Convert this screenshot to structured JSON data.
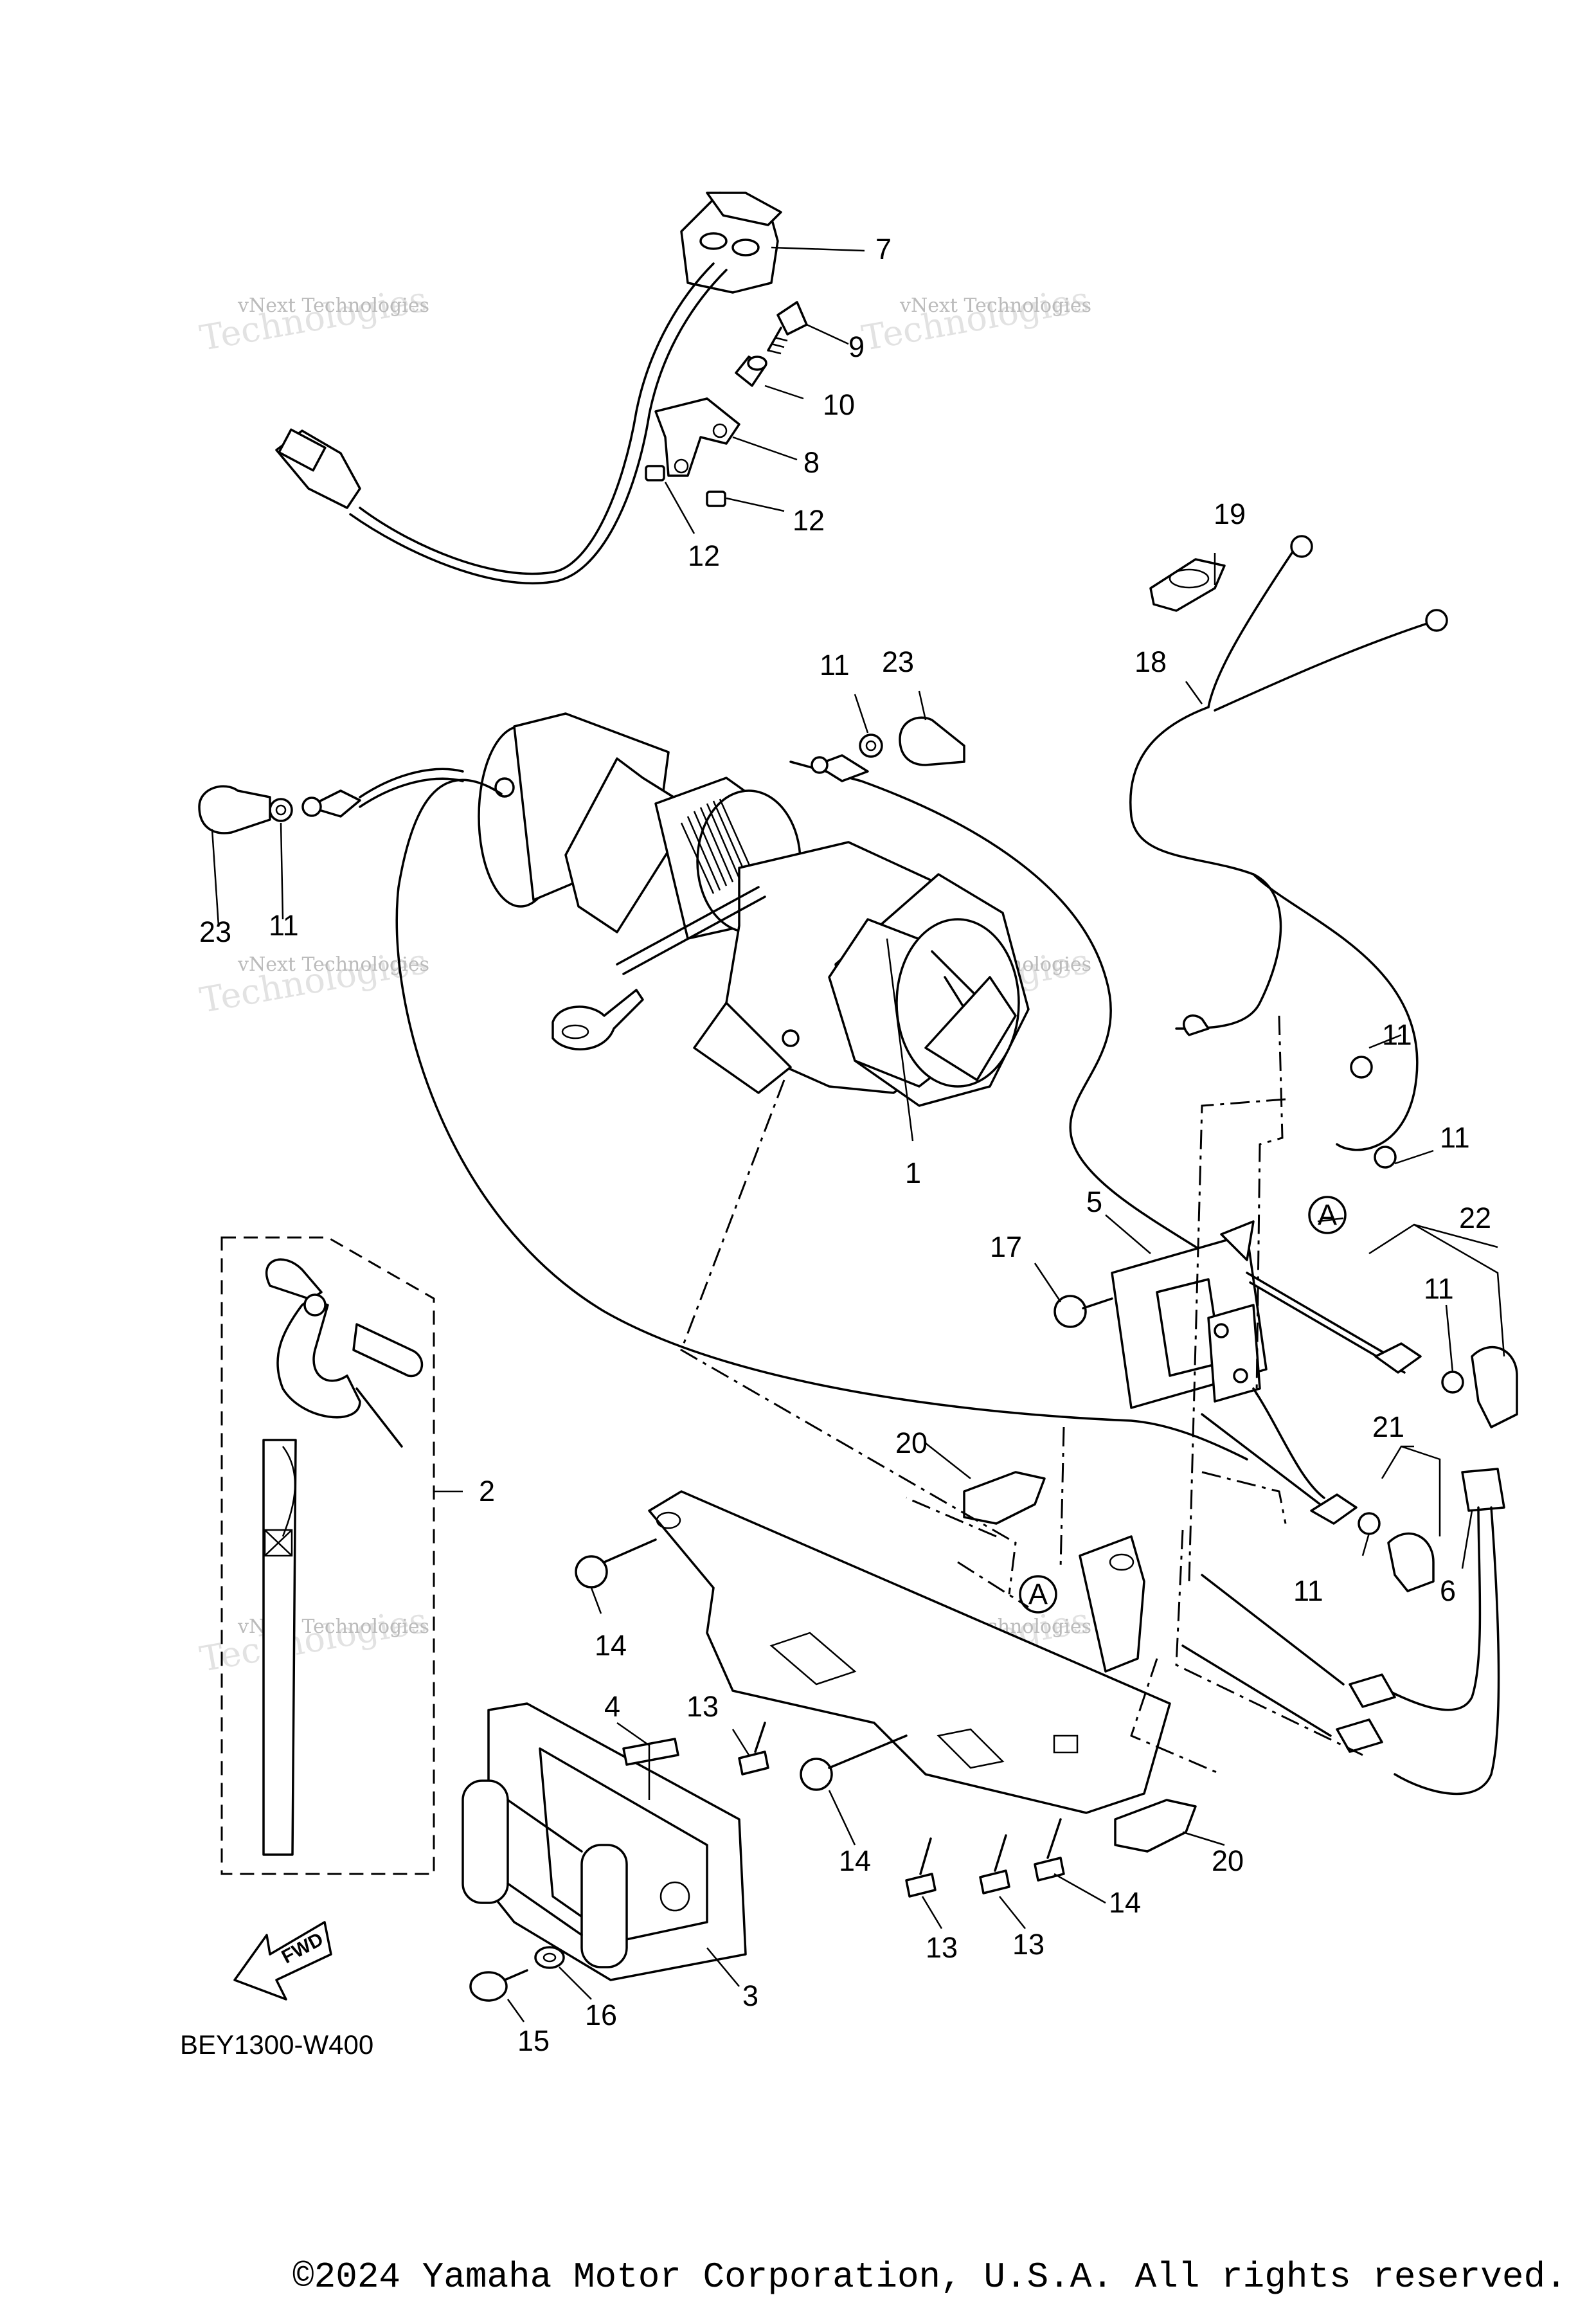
{
  "diagram_code": "BEY1300-W400",
  "copyright": "©2024 Yamaha Motor Corporation, U.S.A. All rights reserved.",
  "fwd_label": "FWD",
  "ref_mark": "A",
  "watermark": {
    "line1": "vNext Technologies",
    "line2": "Technologies",
    "overlay": "vNext"
  },
  "callouts": {
    "c1": "1",
    "c2": "2",
    "c3": "3",
    "c4": "4",
    "c5": "5",
    "c6": "6",
    "c7": "7",
    "c8": "8",
    "c9": "9",
    "c10": "10",
    "c11": "11",
    "c12": "12",
    "c13": "13",
    "c14": "14",
    "c15": "15",
    "c16": "16",
    "c17": "17",
    "c18": "18",
    "c19": "19",
    "c20": "20",
    "c21": "21",
    "c22": "22",
    "c23": "23"
  }
}
